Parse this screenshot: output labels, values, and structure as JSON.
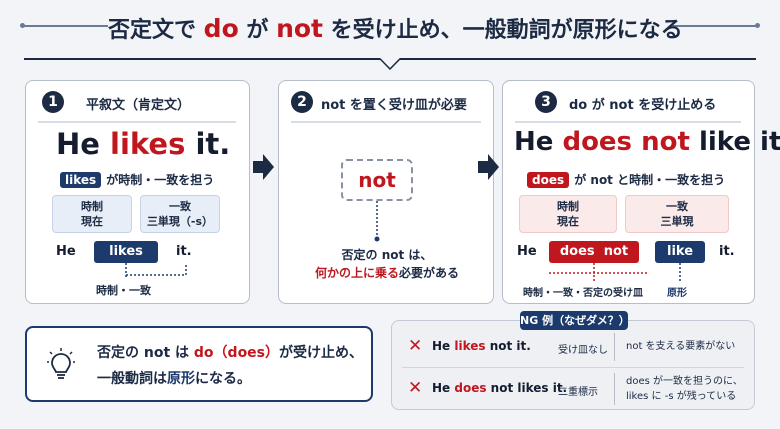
{
  "title": {
    "before": "否定文で ",
    "do": "do",
    "mid": " が ",
    "not": "not",
    "after": " を受け止め、一般動詞が原形になる"
  },
  "panel1": {
    "number": "1",
    "heading": "平叙文（肯定文）",
    "sentence": {
      "he": "He ",
      "verb": "likes",
      "it": " it."
    },
    "tag": "likes",
    "tag_note": "が時制・一致を担う",
    "box_left": [
      "時制",
      "現在"
    ],
    "box_right": [
      "一致",
      "三単現（-s）"
    ],
    "row": {
      "he": "He",
      "verb": "likes",
      "it": "it."
    },
    "caption": "時制・一致"
  },
  "panel2": {
    "number": "2",
    "heading": "not を置く受け皿が必要",
    "box": "not",
    "line1": "否定の not は、",
    "line2_red": "何かの上に乗る",
    "line2_rest": "必要がある"
  },
  "panel3": {
    "number": "3",
    "heading": "do が not を受け止める",
    "sentence": {
      "he": "He ",
      "red": "does not",
      "rest": " like it."
    },
    "tag": "does",
    "tag_note": "が not と時制・一致を担う",
    "box_left": [
      "時制",
      "現在"
    ],
    "box_right": [
      "一致",
      "三単現"
    ],
    "row": {
      "he": "He",
      "aux": "does  not",
      "verb": "like",
      "it": "it."
    },
    "caption_left": "時制・一致・否定の受け皿",
    "caption_right": "原形"
  },
  "tip": {
    "line1_a": "否定の not は ",
    "line1_red": "do（does）",
    "line1_b": "が受け止め、",
    "line2_a": "一般動詞は",
    "line2_navy": "原形",
    "line2_b": "になる。"
  },
  "ng": {
    "label": "NG 例（なぜダメ？）",
    "items": [
      {
        "a": "He ",
        "red": "likes",
        "b": " not it.",
        "type": "受け皿なし",
        "reason1": "not を支える要素がない",
        "reason2": ""
      },
      {
        "a": "He ",
        "red": "does",
        "b": " not likes it.",
        "type": "二重標示",
        "reason1": "does が一致を担うのに、",
        "reason2": "likes に -s が残っている"
      }
    ]
  },
  "colors": {
    "navy": "#1c3a6b",
    "red": "#c0171f",
    "background": "#f3f4f7"
  }
}
